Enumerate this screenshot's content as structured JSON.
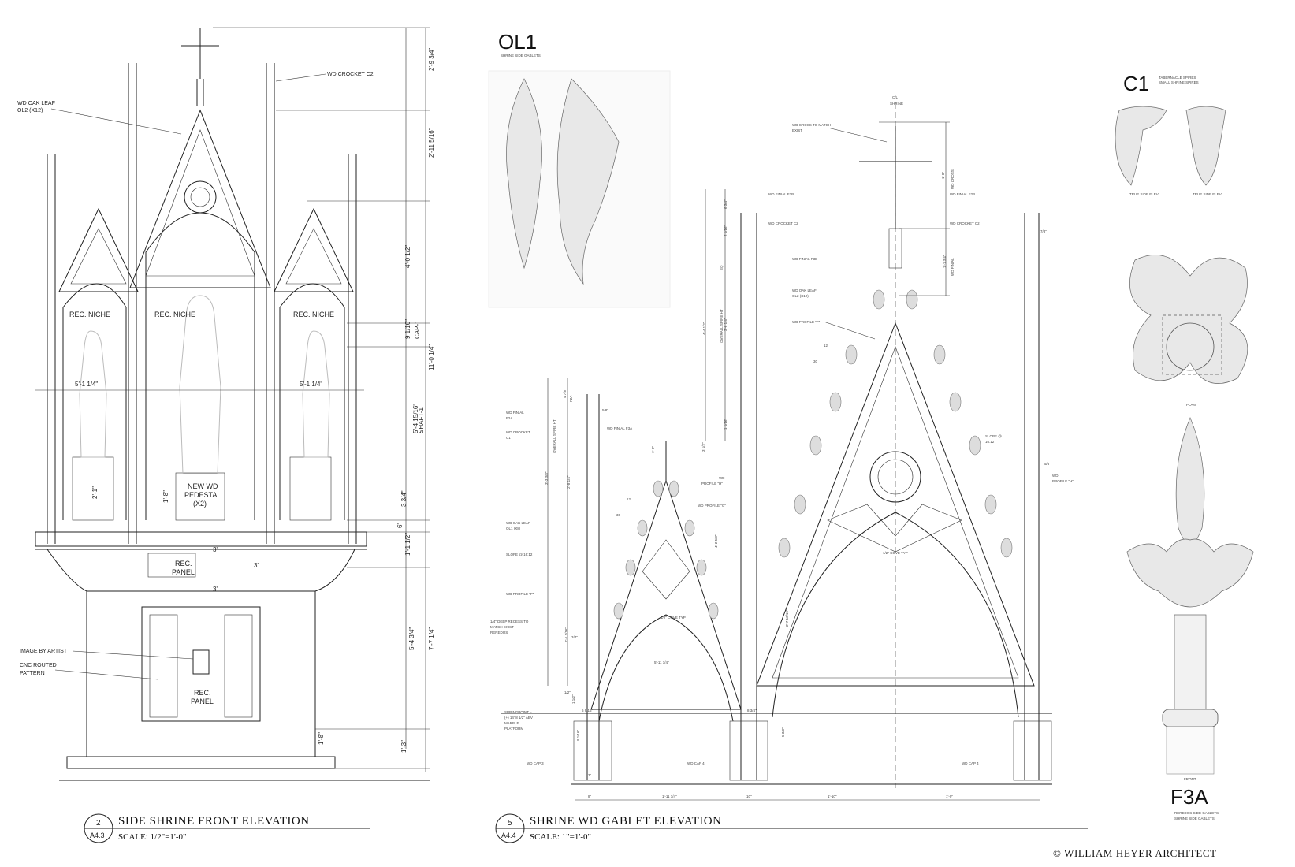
{
  "drawing_left": {
    "detail_number": "2",
    "sheet": "A4.3",
    "title": "SIDE SHRINE FRONT ELEVATION",
    "scale": "SCALE: 1/2\"=1'-0\"",
    "callouts": {
      "crocket": "WD CROCKET C2",
      "oak_leaf_1": "WD OAK LEAF",
      "oak_leaf_2": "OL2 (X12)",
      "niche_left": "REC. NICHE",
      "niche_center": "REC. NICHE",
      "niche_right": "REC. NICHE",
      "pedestal_1": "NEW WD",
      "pedestal_2": "PEDESTAL",
      "pedestal_3": "(X2)",
      "rec_panel_top_1": "REC.",
      "rec_panel_top_2": "PANEL",
      "rec_panel_bottom_1": "REC.",
      "rec_panel_bottom_2": "PANEL",
      "image_by_artist": "IMAGE BY ARTIST",
      "cnc_1": "CNC ROUTED",
      "cnc_2": "PATTERN"
    },
    "dims": {
      "d1": "2'-9 3/4\"",
      "d2": "2'-11 5/16\"",
      "d3": "4'-0 1/2\"",
      "d4": "9 1/16\"",
      "d4b": "CAP-1",
      "d5": "11'-0 1/4\"",
      "d6": "5'-4 15/16\"",
      "d6b": "SHAFT-1",
      "d7": "3 3/4\"",
      "d8": "6\"",
      "d9": "1'-1 1/2\"",
      "d10": "5'-4 3/4\"",
      "d11": "7'-7 1/4\"",
      "d12": "1'-3\"",
      "d13": "1'-8\"",
      "w1": "5'-1 1/4\"",
      "w2": "5'-1 1/4\"",
      "h1": "2'-1\"",
      "h2": "1'-8\"",
      "p1": "3\"",
      "p2": "3\"",
      "p3": "3\""
    }
  },
  "drawing_middle": {
    "detail_number": "5",
    "sheet": "A4.4",
    "title": "SHRINE WD GABLET ELEVATION",
    "scale": "SCALE: 1\"=1'-0\"",
    "detail_ol1": "OL1",
    "ol1_sub": "SHRINE SIDE GABLETS",
    "callouts": {
      "cl_1": "C/L",
      "cl_2": "SHRINE",
      "cross_1": "WD CROSS TO MATCH",
      "cross_2": "EXIST",
      "finial_f2b_l": "WD FINIAL F2B",
      "crocket_c2_l": "WD CROCKET C2",
      "finial_f3b": "WD FINIAL F3B",
      "oak_ol2_1": "WD OAK LEAF",
      "oak_ol2_2": "OL2 (X12)",
      "profile_f": "WD PROFILE \"F\"",
      "finial_f2b_r": "WD FINIAL F2B",
      "crocket_c2_r": "WD CROCKET C2",
      "slope_r_1": "SLOPE @",
      "slope_r_2": "16:12",
      "profile_h_r_1": "WD",
      "profile_h_r_2": "PROFILE \"H\"",
      "finial_f2a_1": "WD FINIAL",
      "finial_f2a_2": "F2A",
      "crocket_c1_1": "WD CROCKET",
      "crocket_c1_2": "C1",
      "finial_f3a": "WD FINIAL F3A",
      "oak_ol1_1": "WD OAK LEAF",
      "oak_ol1_2": "OL1 (X8)",
      "slope_l": "SLOPE @ 16:12",
      "profile_f_l": "WD PROFILE \"F\"",
      "recess_1": "1/4\" DEEP RECESS TO",
      "recess_2": "MATCH EXIST",
      "recess_3": "REREDOS",
      "profile_h_m_1": "WD",
      "profile_h_m_2": "PROFILE \"H\"",
      "profile_g": "WD PROFILE \"G\"",
      "cove_1": "1/2\" COVE TYP",
      "cove_2": "1/2\" COVE TYP",
      "spring_1": "SPRINGPOINT =",
      "spring_2": "(+) 14'-8 1/2\" ABV",
      "spring_3": "MARBLE",
      "spring_4": "PLATFORM",
      "cap3": "WD CAP 3",
      "cap4_m": "WD CAP 4",
      "cap4_r": "WD CAP 4"
    },
    "dims": {
      "v_cross": "1'-8\"",
      "v_cross_b": "WD CROSS",
      "v_finial": "1'-1 3/4\"",
      "v_finial_b": "WD FINIAL",
      "v_overall": "4'-4 1/2\"",
      "v_overall_b": "OVERALL SPIRE HT",
      "v_a": "6 3/4\"",
      "v_b": "3'-6 1/4\"",
      "v_c": "2 1/16\"",
      "v_d": "1 1/16\"",
      "v_e": "3 1/2\"",
      "eq": "EQ",
      "v_l_overall": "3'-3 3/8\"",
      "v_l_overall_b": "OVERALL SPIRE HT",
      "v_l_a": "2'-8 1/4\"",
      "v_l_b": "4 7/8\"",
      "v_l_b2": "F2A",
      "v_l_c": "1'-0\"",
      "v_g1": "4'-2 5/8\"",
      "v_arch1": "2'-1 1/16\"",
      "v_arch2": "2'-7 13/16\"",
      "b1": "5'-11 1/4\"",
      "n1": "5/8\"",
      "n2": "7/8\"",
      "n3": "5/8\"",
      "n4": "3/4\"",
      "n5": "1/2\"",
      "n6": "6 9/16\"",
      "n7": "8 3/4\"",
      "n8": "9 1/16\"",
      "n9": "1 1/2\"",
      "n10": "5 3/8\"",
      "n11": "3\"",
      "slope_num": "12",
      "slope_den": "30",
      "h_a": "8\"",
      "h_b": "1'-11 1/4\"",
      "h_c": "10\"",
      "h_d": "1'-10\"",
      "h_e": "1'-0\""
    }
  },
  "drawing_right": {
    "c1": "C1",
    "c1_sub_1": "TABERNACLE SPIRES",
    "c1_sub_2": "SMALL SHRINE SPIRES",
    "c1_view1": "TRUE SIDE ELEV",
    "c1_view2": "TRUE SIDE ELEV",
    "plan": "PLAN",
    "front": "FRONT",
    "f3a": "F3A",
    "f3a_sub_1": "REREDOS SIDE GABLETS",
    "f3a_sub_2": "SHRINE SIDE GABLETS"
  },
  "copyright": "© WILLIAM HEYER ARCHITECT"
}
